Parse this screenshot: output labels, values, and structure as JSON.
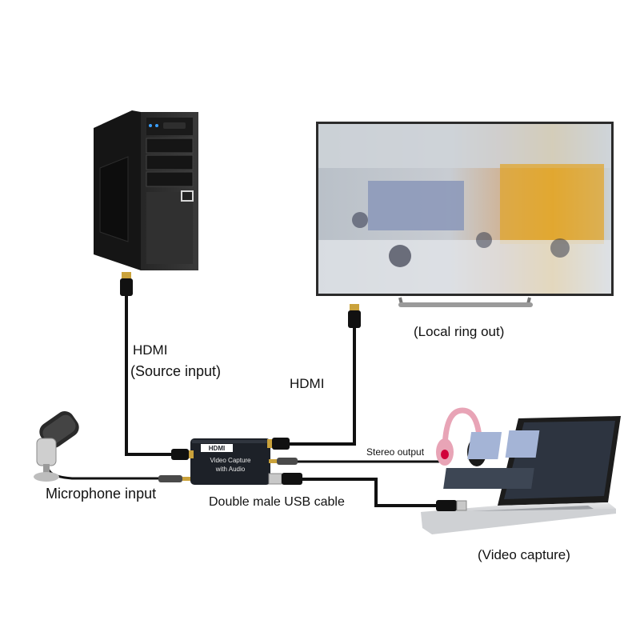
{
  "labels": {
    "hdmi_source": "HDMI",
    "source_input": "(Source input)",
    "hdmi_output": "HDMI",
    "local_ring_out": "(Local ring out)",
    "stereo_output": "Stereo output",
    "microphone_input": "Microphone input",
    "usb_cable": "Double male USB cable",
    "video_capture": "(Video capture)"
  },
  "device": {
    "brand": "HDMI",
    "line1": "Video  Capture",
    "line2": "with Audio"
  }
}
